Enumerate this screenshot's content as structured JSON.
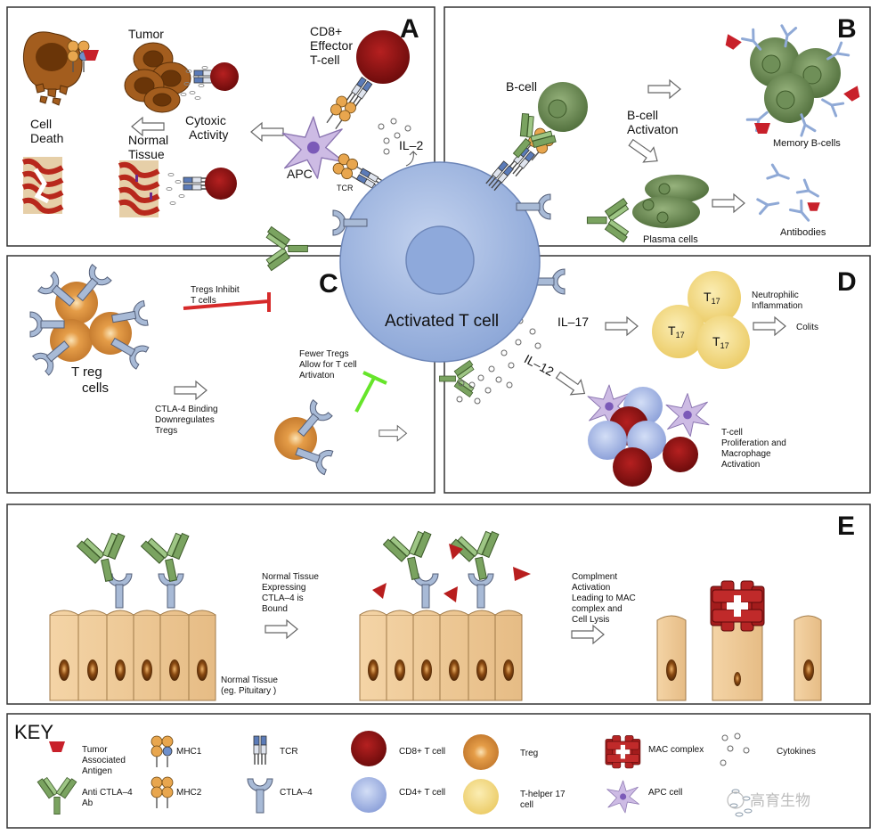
{
  "panels": {
    "A": {
      "letter": "A",
      "cd8_label": [
        "CD8+",
        "Effector",
        "T-cell"
      ],
      "tumor": "Tumor",
      "cell_death": [
        "Cell",
        "Death"
      ],
      "cytoxic": [
        "Cytoxic",
        "Activity"
      ],
      "normal_tissue": [
        "Normal",
        "Tissue"
      ],
      "apc": "APC",
      "tcr": "TCR",
      "il2": "IL–2"
    },
    "B": {
      "letter": "B",
      "bcell": "B-cell",
      "activation": [
        "B-cell",
        "Activaton"
      ],
      "memory": "Memory B-cells",
      "plasma": "Plasma cells",
      "antibodies": "Antibodies"
    },
    "C": {
      "letter": "C",
      "inhibit": [
        "Tregs Inhibit",
        "T cells"
      ],
      "treg": [
        "T reg",
        "cells"
      ],
      "fewer": [
        "Fewer Tregs",
        "Allow for T cell",
        "Artivaton"
      ],
      "ctla_binding": [
        "CTLA-4 Binding",
        "Downregulates",
        "Tregs"
      ]
    },
    "D": {
      "letter": "D",
      "il17": "IL–17",
      "il12": "IL–12",
      "t17": "T",
      "t17_sub": "17",
      "neutro": [
        "Neutrophilic",
        "Inflammation"
      ],
      "colits": "Colits",
      "prolif": [
        "T-cell",
        "Proliferation and",
        "Macrophage",
        "Activation"
      ]
    },
    "E": {
      "letter": "E",
      "bound": [
        "Normal Tissue",
        "Expressing",
        "CTLA–4 is",
        "Bound"
      ],
      "normal": [
        "Normal Tissue",
        "(eg. Pituitary )"
      ],
      "complement": [
        "Complment",
        "Activation",
        "Leading to MAC",
        "complex and",
        "Cell Lysis"
      ]
    }
  },
  "center": {
    "label": "Activated T cell"
  },
  "key": {
    "title": "KEY",
    "items": {
      "tumor_antigen": [
        "Tumor",
        "Associated",
        "Antigen"
      ],
      "anti_ctla4": [
        "Anti CTLA–4",
        "Ab"
      ],
      "mhc1": "MHC1",
      "mhc2": "MHC2",
      "tcr": "TCR",
      "ctla4": "CTLA–4",
      "cd8": "CD8+ T cell",
      "cd4": "CD4+ T cell",
      "treg": "Treg",
      "th17": [
        "T-helper 17",
        "cell"
      ],
      "mac": "MAC complex",
      "apc": "APC cell",
      "cytokines": "Cytokines"
    },
    "watermark": "高育生物"
  },
  "colors": {
    "cd8": "#8b1515",
    "cd4": "#9aaee0",
    "treg": "#d2893a",
    "th17": "#f2d680",
    "bcell": "#6e8e5a",
    "antibody_green": "#7aa360",
    "ctla4": "#a8bad6",
    "tumor_antigen": "#c8202a",
    "inhibit": "#d62a2a",
    "activate": "#66e52a",
    "tissue": "#efcb98",
    "center": "#a9bde2"
  }
}
